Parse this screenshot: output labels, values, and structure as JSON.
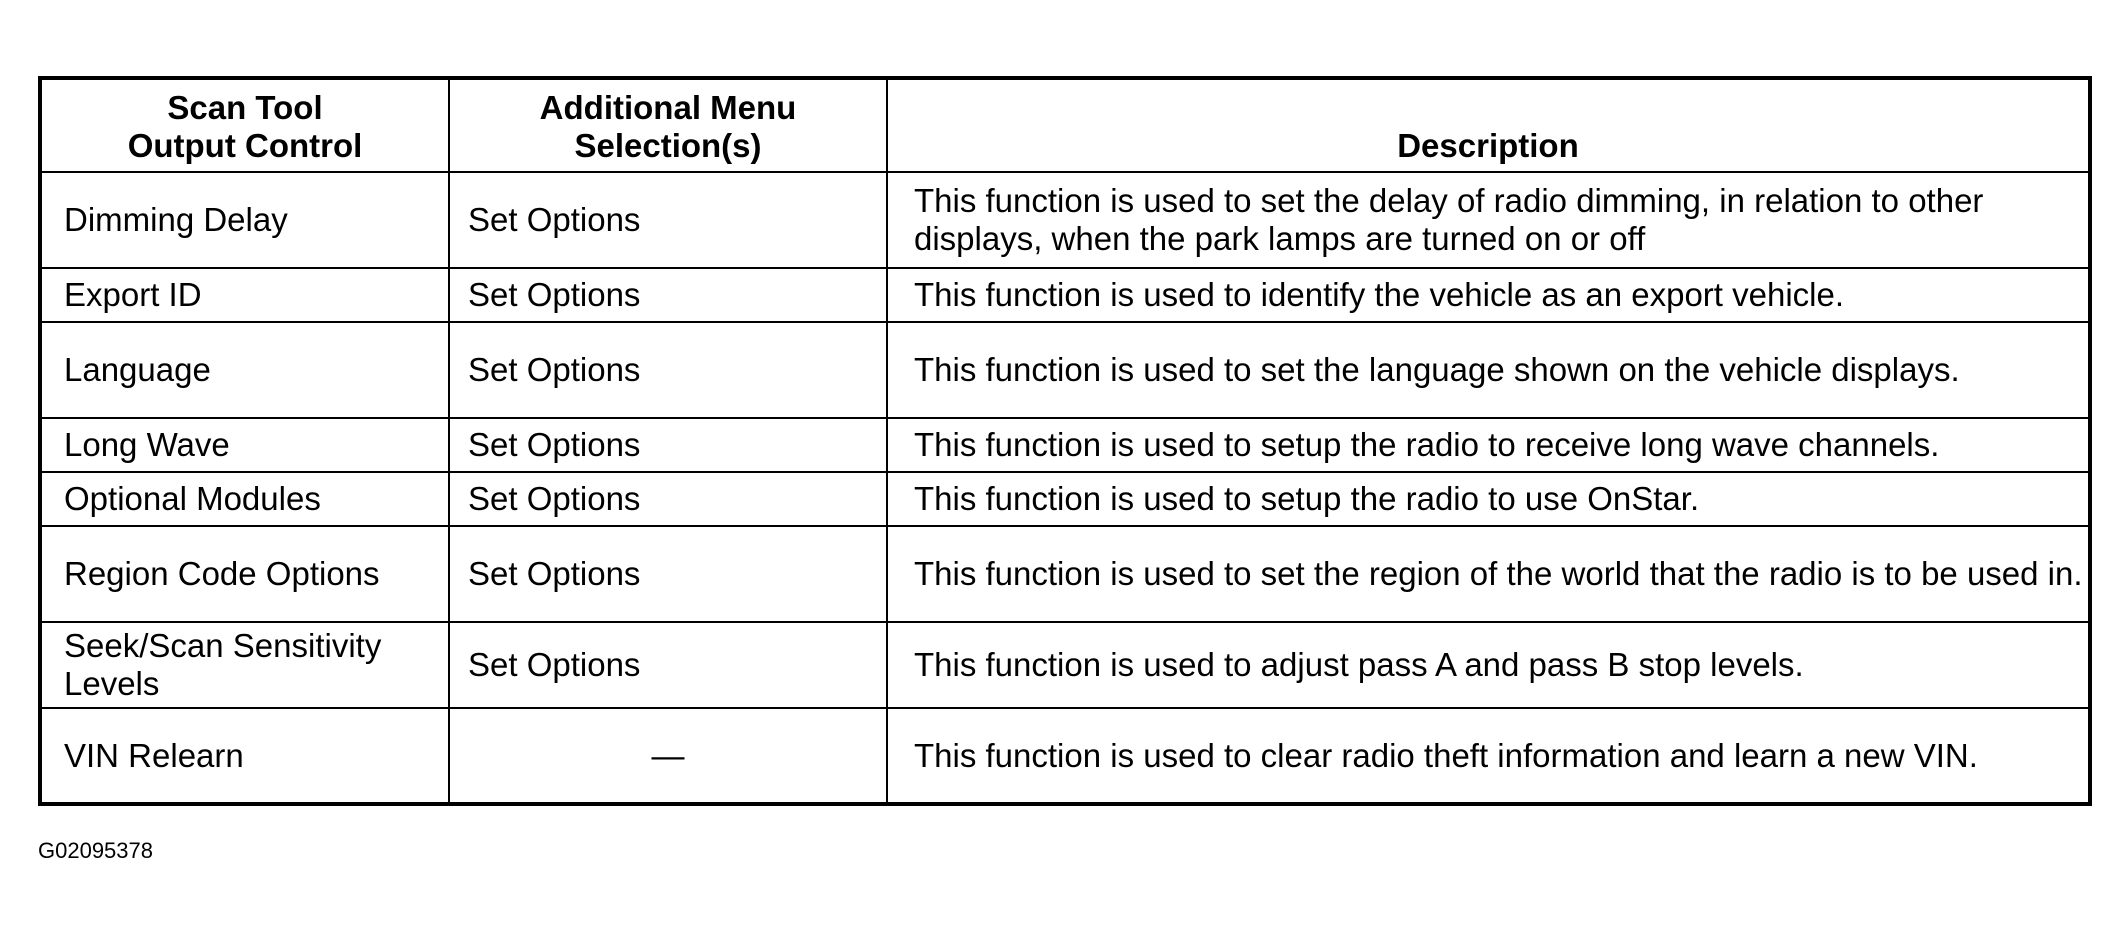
{
  "table": {
    "headers": {
      "control": [
        "Scan Tool",
        "Output Control"
      ],
      "menu": [
        "Additional Menu",
        "Selection(s)"
      ],
      "description": "Description"
    },
    "rows": [
      {
        "control": "Dimming Delay",
        "menu": "Set Options",
        "description": "This function is used to set the delay of radio dimming, in relation to other displays, when the park lamps are turned on or off"
      },
      {
        "control": "Export ID",
        "menu": "Set Options",
        "description": "This function is used to identify the vehicle as an export vehicle."
      },
      {
        "control": "Language",
        "menu": "Set Options",
        "description": "This function is used to set the language shown on the vehicle displays."
      },
      {
        "control": "Long Wave",
        "menu": "Set Options",
        "description": "This function is used to setup the radio to receive long wave channels."
      },
      {
        "control": "Optional Modules",
        "menu": "Set Options",
        "description": "This function is used to setup the radio to use OnStar."
      },
      {
        "control": "Region Code Options",
        "menu": "Set Options",
        "description": "This function is used to set the region of the world that the radio is to be used in."
      },
      {
        "control": "Seek/Scan Sensitivity Levels",
        "menu": "Set Options",
        "description": "This function is used to adjust pass A and pass B stop levels."
      },
      {
        "control": "VIN Relearn",
        "menu": "—",
        "description": "This function is used to clear radio theft information and learn a new VIN."
      }
    ]
  },
  "figure_id": "G02095378"
}
